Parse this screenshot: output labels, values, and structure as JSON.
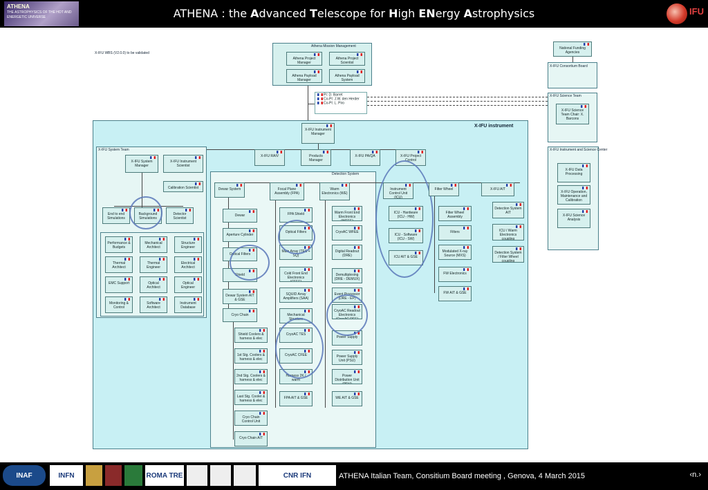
{
  "header": {
    "title_parts": [
      {
        "t": "ATHENA : the ",
        "b": false
      },
      {
        "t": "A",
        "b": true
      },
      {
        "t": "dvanced ",
        "b": false
      },
      {
        "t": "T",
        "b": true
      },
      {
        "t": "elescope for ",
        "b": false
      },
      {
        "t": "H",
        "b": true
      },
      {
        "t": "igh ",
        "b": false
      },
      {
        "t": "EN",
        "b": true
      },
      {
        "t": "ergy ",
        "b": false
      },
      {
        "t": "A",
        "b": true
      },
      {
        "t": "strophysics",
        "b": false
      }
    ],
    "logo_text": "ATHENA",
    "logo_sub": "THE ASTROPHYSICS OF THE HOT AND ENERGETIC UNIVERSE",
    "ifu_logo": "IFU"
  },
  "footer": {
    "caption": "ATHENA Italian Team, Consitium Board meeting , Genova, 4 March 2015",
    "page": "‹n.›",
    "logos": [
      "INAF",
      "INFN",
      "",
      "",
      "",
      "ROMA TRE",
      "",
      "",
      "",
      "CNR IFN"
    ]
  },
  "diagram": {
    "note": "X-IFU WBS (V2.0.0) to be validated",
    "mission_title": "Athena   Mission Management",
    "mission": [
      "Athena Project Manager",
      "Athena Project Scientist",
      "Athena Payload Manager",
      "Athena Payload System"
    ],
    "pi": [
      "PI: D. Barret",
      "Co-PI: J.W. den Herder",
      "Co-PI: L. Piro"
    ],
    "instrument_title": "X-IFU instrument",
    "instrument_manager": "X-IFU Instrument Manager",
    "system_team_title": "X-IFU System Team",
    "system_manager": "X-IFU System Manager",
    "instrument_scientist": "X-IFU Instrument Scientist",
    "calibration_scientist": "Calibration Scientist",
    "system_row": [
      "End to end Simulations",
      "Background Simulations",
      "Detector Scientist"
    ],
    "system_grid": [
      "Performance & Budgets",
      "Mechanical Architect",
      "Structure Engineer",
      "Thermal Architect",
      "Thermal Engineer",
      "Electrical Architect",
      "EMC Support",
      "Optical Architect",
      "Optical Engineer",
      "Monitoring & Control",
      "Software Architect",
      "Instrument Database"
    ],
    "top_row": [
      "X-IFU RAIV",
      "Products Manager",
      "X-IFU PA/QA",
      "X-IFU Project Control"
    ],
    "detection_system": "Detection System",
    "dewar_title": "Dewar System",
    "dewar": [
      "Dewar",
      "Aperture Cylinder",
      "Optical Filters",
      "Shield",
      "Dewar System AIT & GSE",
      "Cryo Chain"
    ],
    "cryo": [
      "Shield Coolers & harness & elec",
      "1st Stg. Coolers & harness & elec",
      "2nd Stg. Coolers & harness & elec",
      "Last Stg. Cooler & harness & elec",
      "Cryo Chain Control Unit",
      "Cryo Chain AIT"
    ],
    "fpa_title": "Focal Plane Assembly (FPA)",
    "fpa": [
      "FPA Shield",
      "Optical Filters",
      "Main Array (TES + SQ)",
      "Cold Front End Electronics (CFEE)",
      "SQUID Array Amplifiers (SAA)",
      "Mechanical Structure",
      "CryoAC TES",
      "CryoAC CFEE",
      "Harness 2K / warm",
      "FPA AIT & GSE"
    ],
    "wfe_title": "Warm Electronics (WE)",
    "wfe": [
      "Warm Front End Electronics (WFEE)",
      "CryoAC WFEE",
      "Digital Readout (DRE)",
      "Demultiplexing (DRE - DEMUX)",
      "Event Processor (DRE - EP)",
      "CryoAC Readout Electronics (CryoAC REE)",
      "Power Supply",
      "Power Supply Unit (PSU)",
      "Power Distribution Unit (PDU)",
      "WE AIT & GSE"
    ],
    "icu_title": "Instrument Control Unit (ICU)",
    "icu": [
      "ICU - Hardware (ICU - HW)",
      "ICU - Software (ICU - SW)",
      "ICU AIT & GSE"
    ],
    "fw_title": "Filter Wheel",
    "fw": [
      "Filter Wheel Assembly",
      "Filters",
      "Modulated X-ray Source (MXS)",
      "FW Electronics",
      "FW AIT & GSE"
    ],
    "ait_title": "X-IFU AIT",
    "ait": [
      "Detection System AIT",
      "ICU / Warm Electronics coupling",
      "Detection System / Filter Wheel coupling"
    ],
    "right": [
      "National Funding Agencies",
      "X-IFU Consortium Board",
      "X-IFU Science Team",
      "X-IFU Science Team Chair: X. Barcons",
      "X-IFU Instrument and Science Center",
      "X-IFU Data Processing",
      "X-IFU Operation, Maintenance and Calibration",
      "X-IFU Science Analysis"
    ]
  }
}
